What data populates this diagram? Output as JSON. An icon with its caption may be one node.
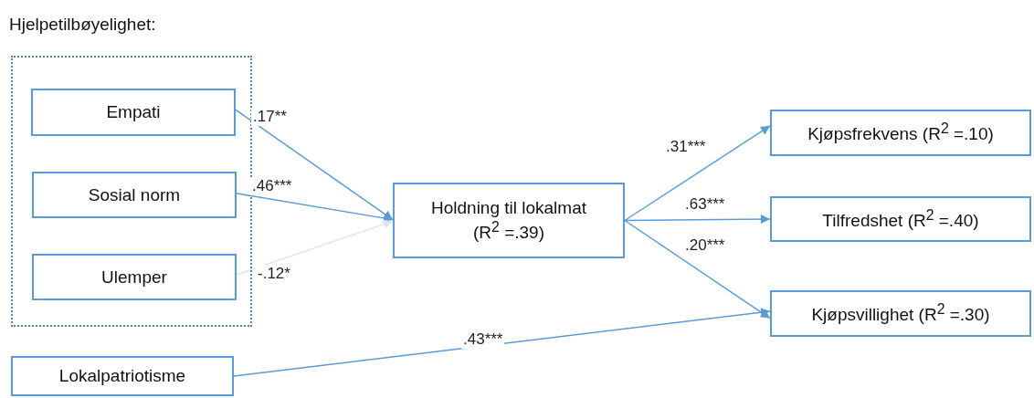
{
  "diagram": {
    "nodes": [
      {
        "text": [
          "Hjelpetilbøyelighet:"
        ]
      },
      {
        "text": [
          "Empati"
        ],
        "in": 0
      },
      {
        "text": [
          "Sosial norm"
        ],
        "in": 0
      },
      {
        "text": [
          "Ulemper"
        ],
        "in": 0
      },
      {
        "text": [
          "Lokalpatriotisme"
        ]
      },
      {
        "text": [
          "Holdning til lokalmat (R$^{2}$ =.39)"
        ]
      },
      {
        "text": [
          "Kjøpsfrekvens (R$^{2}$ =.10)"
        ]
      },
      {
        "text": [
          "Tilfredshet (R$^{2}$ =.40)"
        ]
      },
      {
        "text": [
          "Kjøpsvillighet (R$^{2}$ =.30)"
        ]
      }
    ],
    "edges": [
      {
        "from": 1,
        "to": 5,
        "arrow": "to",
        "label": ".17**"
      },
      {
        "from": 2,
        "to": 5,
        "arrow": "to",
        "label": ".46***"
      },
      {
        "from": 3,
        "to": 5,
        "arrow": "to",
        "label": "-.12*",
        "color": "#dbe5f1"
      },
      {
        "from": 5,
        "to": 6,
        "arrow": "to",
        "label": ".31***"
      },
      {
        "from": 5,
        "to": 7,
        "arrow": "to",
        "label": ".63***"
      },
      {
        "from": 5,
        "to": 8,
        "arrow": "to",
        "label": ".20***"
      },
      {
        "from": 4,
        "to": 8,
        "arrow": "to",
        "label": ".43***"
      }
    ]
  }
}
